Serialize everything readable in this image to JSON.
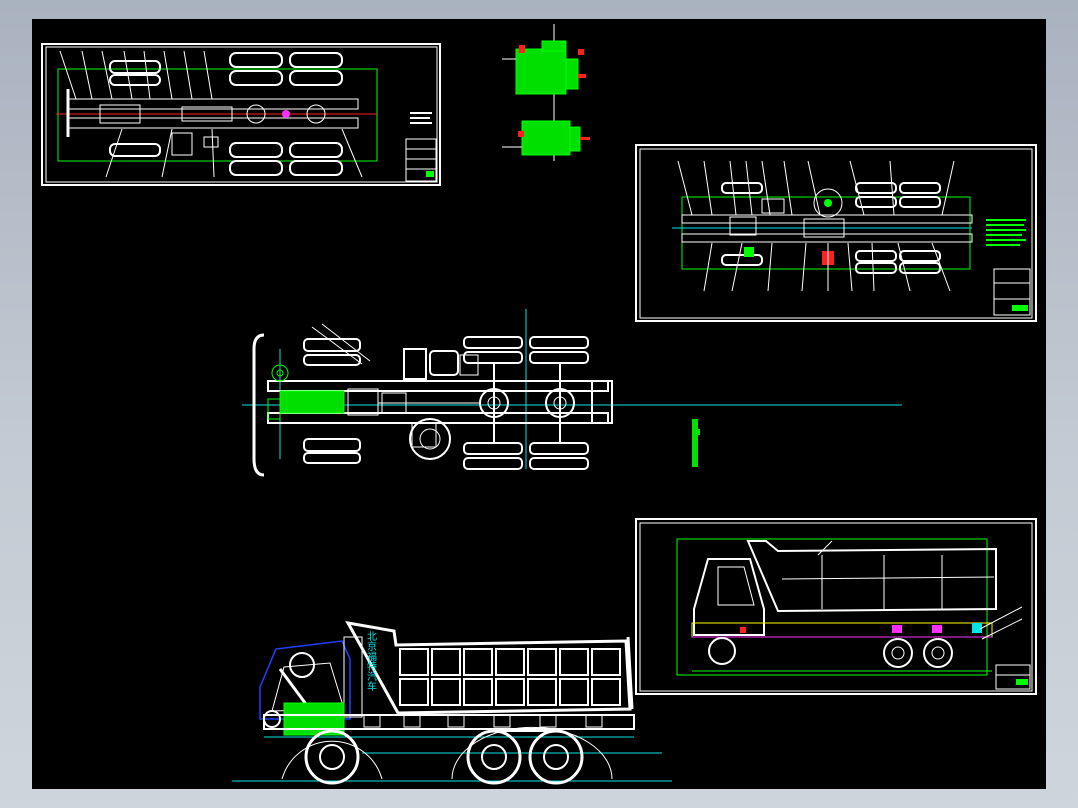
{
  "viewer": {
    "background_color": "#000000",
    "frame_color": "#b7bfca"
  },
  "drawing": {
    "cab_label": "北京福特汽车",
    "line_colors": {
      "outline": "#ffffff",
      "engine": "#00ff00",
      "centerline": "#00e5e5",
      "axis": "#ff2020",
      "highlight": "#ff30ff",
      "cab": "#2040ff",
      "frame": "#ffff00"
    },
    "sheets": [
      {
        "name": "chassis-top-view-sheet"
      },
      {
        "name": "engine-detail-sheet"
      },
      {
        "name": "chassis-top-view-sheet-2"
      },
      {
        "name": "chassis-plan-large"
      },
      {
        "name": "dump-truck-side-sheet"
      },
      {
        "name": "dump-truck-side-large"
      }
    ]
  }
}
